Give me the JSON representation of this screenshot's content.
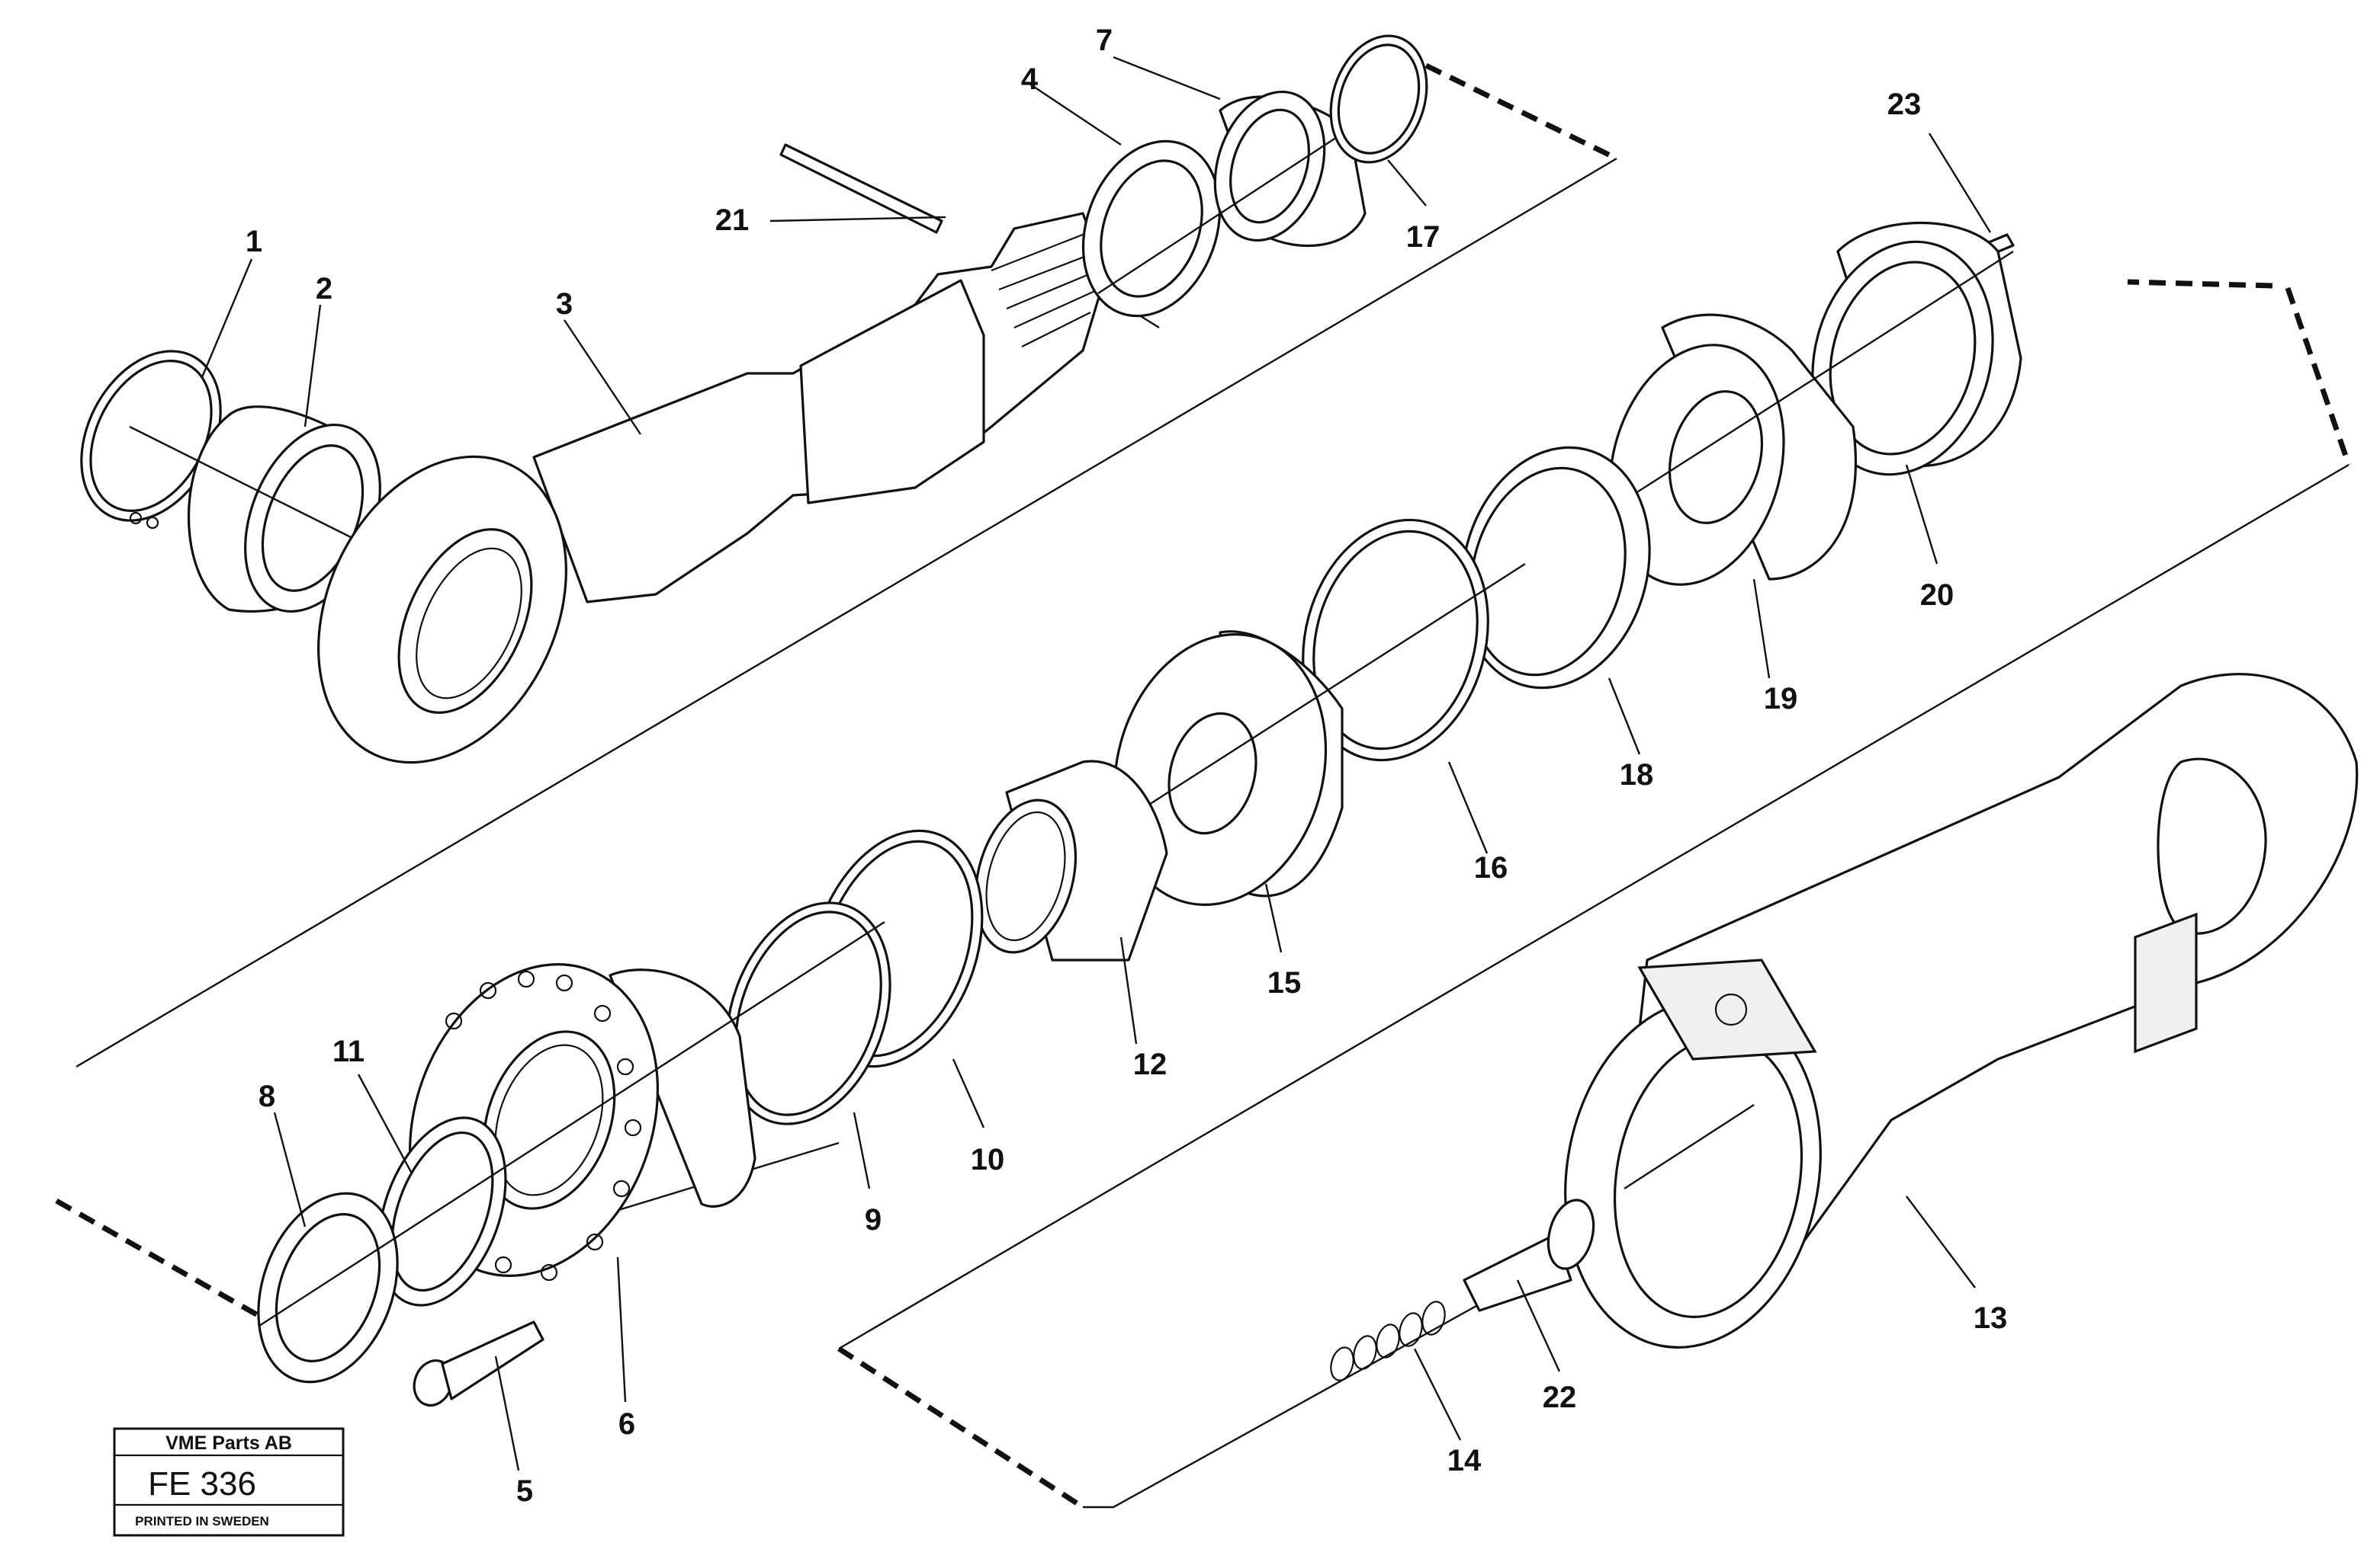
{
  "drawing": {
    "stamp": {
      "company": "VME Parts AB",
      "code": "FE 336",
      "printed": "PRINTED IN SWEDEN"
    },
    "callouts": [
      {
        "id": "c1",
        "label": "1"
      },
      {
        "id": "c2",
        "label": "2"
      },
      {
        "id": "c3",
        "label": "3"
      },
      {
        "id": "c4",
        "label": "4"
      },
      {
        "id": "c5",
        "label": "5"
      },
      {
        "id": "c6",
        "label": "6"
      },
      {
        "id": "c7",
        "label": "7"
      },
      {
        "id": "c8",
        "label": "8"
      },
      {
        "id": "c9",
        "label": "9"
      },
      {
        "id": "c10",
        "label": "10"
      },
      {
        "id": "c11",
        "label": "11"
      },
      {
        "id": "c12",
        "label": "12"
      },
      {
        "id": "c13",
        "label": "13"
      },
      {
        "id": "c14",
        "label": "14"
      },
      {
        "id": "c15",
        "label": "15"
      },
      {
        "id": "c16",
        "label": "16"
      },
      {
        "id": "c17",
        "label": "17"
      },
      {
        "id": "c18",
        "label": "18"
      },
      {
        "id": "c19",
        "label": "19"
      },
      {
        "id": "c20",
        "label": "20"
      },
      {
        "id": "c21",
        "label": "21"
      },
      {
        "id": "c22",
        "label": "22"
      },
      {
        "id": "c23",
        "label": "23"
      }
    ]
  }
}
